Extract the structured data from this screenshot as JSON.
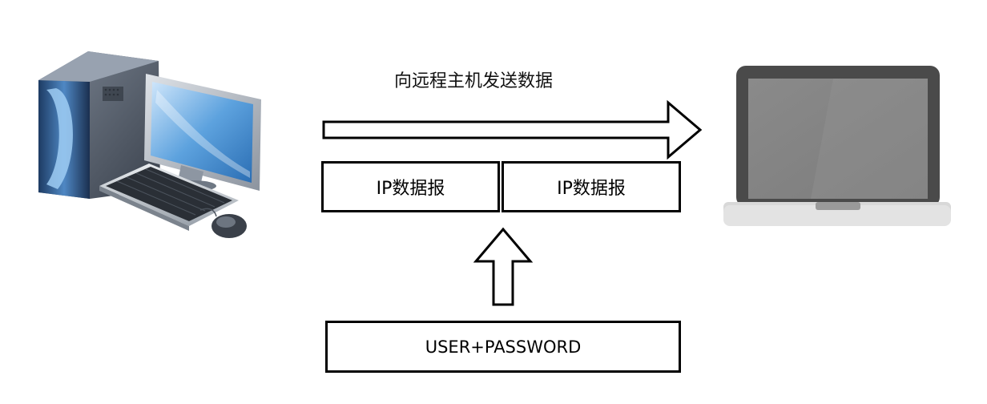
{
  "caption": "向远程主机发送数据",
  "datagrams": [
    {
      "label": "IP数据报"
    },
    {
      "label": "IP数据报"
    }
  ],
  "credentials": "USER+PASSWORD",
  "icons": {
    "sender": "desktop-computer-icon",
    "receiver": "laptop-icon",
    "send_arrow": "right-arrow-icon",
    "insert_arrow": "up-arrow-icon"
  }
}
